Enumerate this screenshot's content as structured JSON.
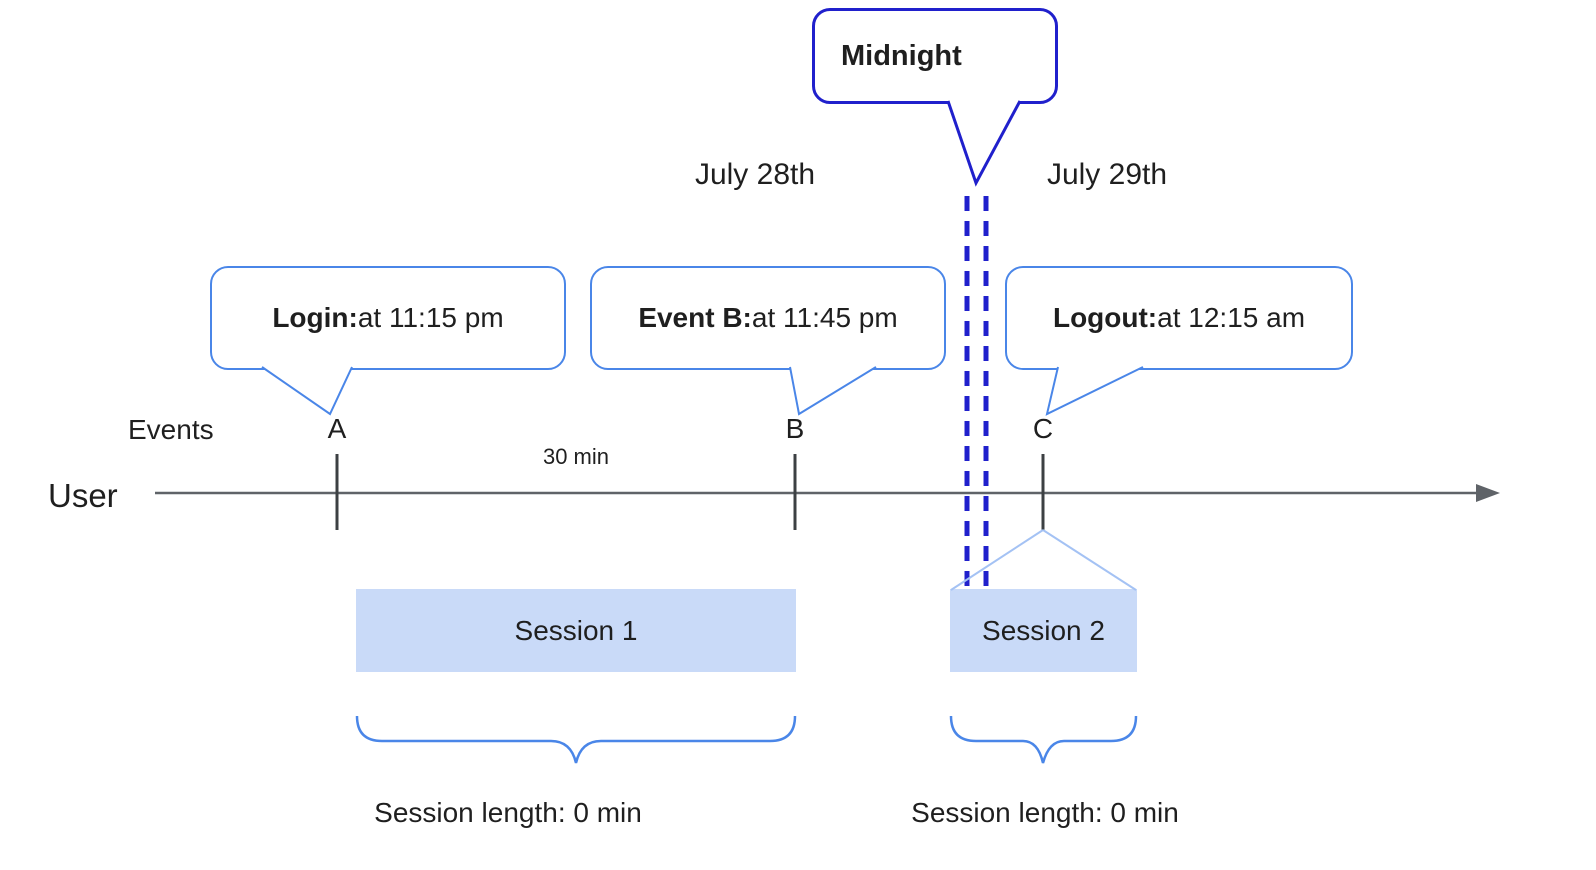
{
  "colors": {
    "accent": "#4a86e8",
    "accent_dark": "#2020cc",
    "session_fill": "#c9daf8",
    "connector": "#a4c2f4",
    "timeline": "#5f6368",
    "text": "#1f1f1f"
  },
  "midnight": {
    "label": "Midnight"
  },
  "dates": {
    "left": "July 28th",
    "right": "July 29th"
  },
  "axis": {
    "events_label": "Events",
    "user_label": "User",
    "interval_label": "30 min"
  },
  "events": [
    {
      "letter": "A",
      "callout_title": "Login:",
      "callout_detail": " at 11:15 pm"
    },
    {
      "letter": "B",
      "callout_title": "Event B:",
      "callout_detail": " at 11:45 pm"
    },
    {
      "letter": "C",
      "callout_title": "Logout:",
      "callout_detail": " at 12:15 am"
    }
  ],
  "sessions": [
    {
      "label": "Session 1",
      "length": "Session length: 0 min"
    },
    {
      "label": "Session 2",
      "length": "Session length: 0 min"
    }
  ]
}
